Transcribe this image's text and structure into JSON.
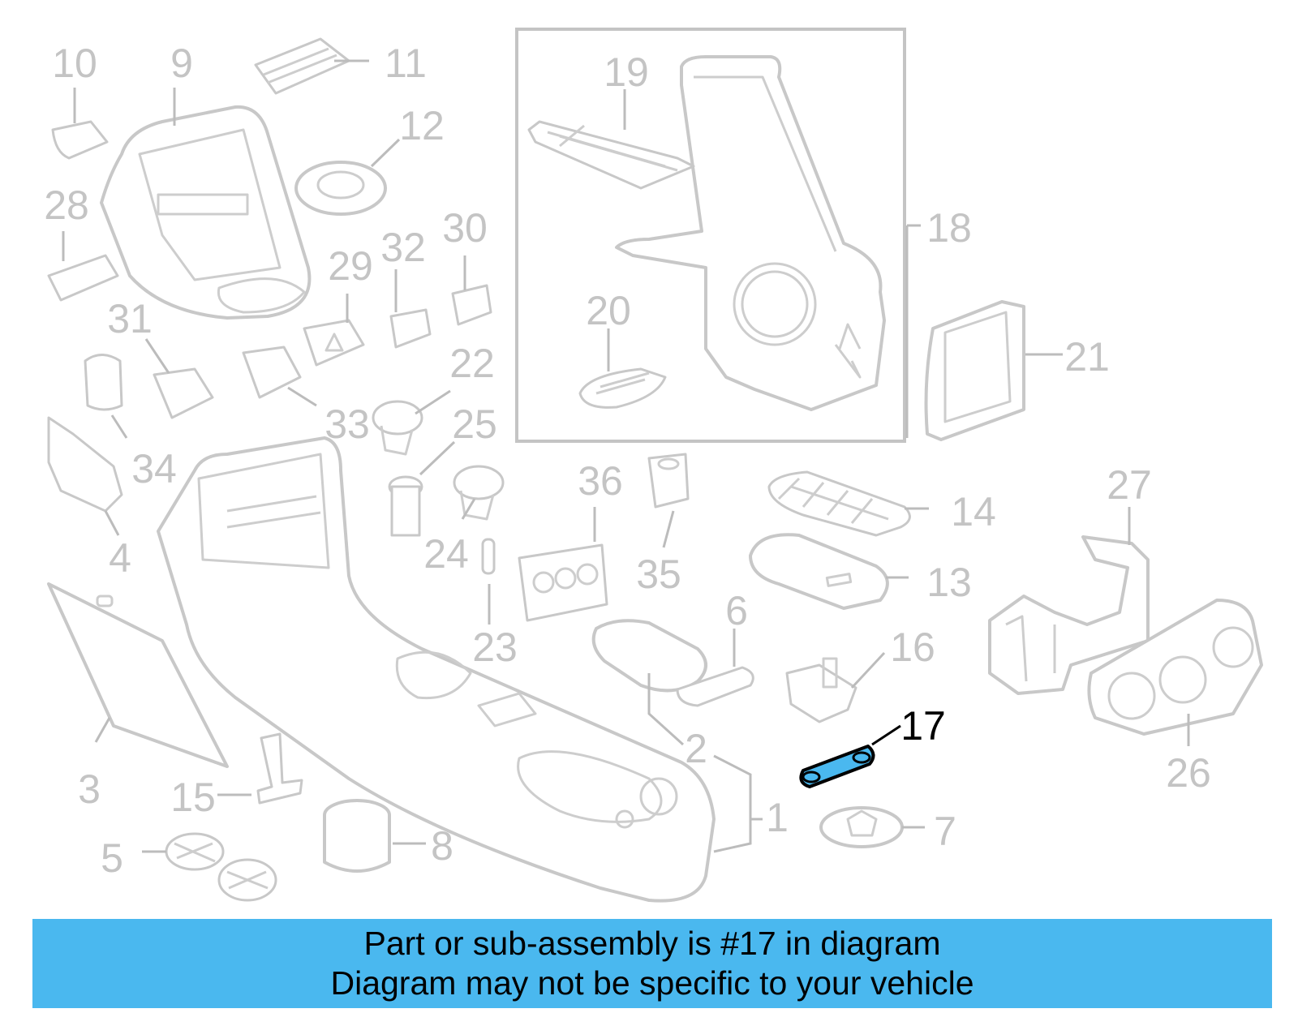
{
  "diagram": {
    "callouts": [
      "1",
      "2",
      "3",
      "4",
      "5",
      "6",
      "7",
      "8",
      "9",
      "10",
      "11",
      "12",
      "13",
      "14",
      "15",
      "16",
      "17",
      "18",
      "19",
      "20",
      "21",
      "22",
      "23",
      "24",
      "25",
      "26",
      "27",
      "28",
      "29",
      "30",
      "31",
      "32",
      "33",
      "34",
      "35",
      "36"
    ],
    "highlighted": "17",
    "colors": {
      "muted": "#c4c4c4",
      "highlight_part": "#4ab8ef",
      "highlight_text": "#000000"
    }
  },
  "banner": {
    "line1": "Part or sub-assembly is #17 in diagram",
    "line2": "Diagram may not be specific to your vehicle",
    "background": "#4ab8ef"
  }
}
